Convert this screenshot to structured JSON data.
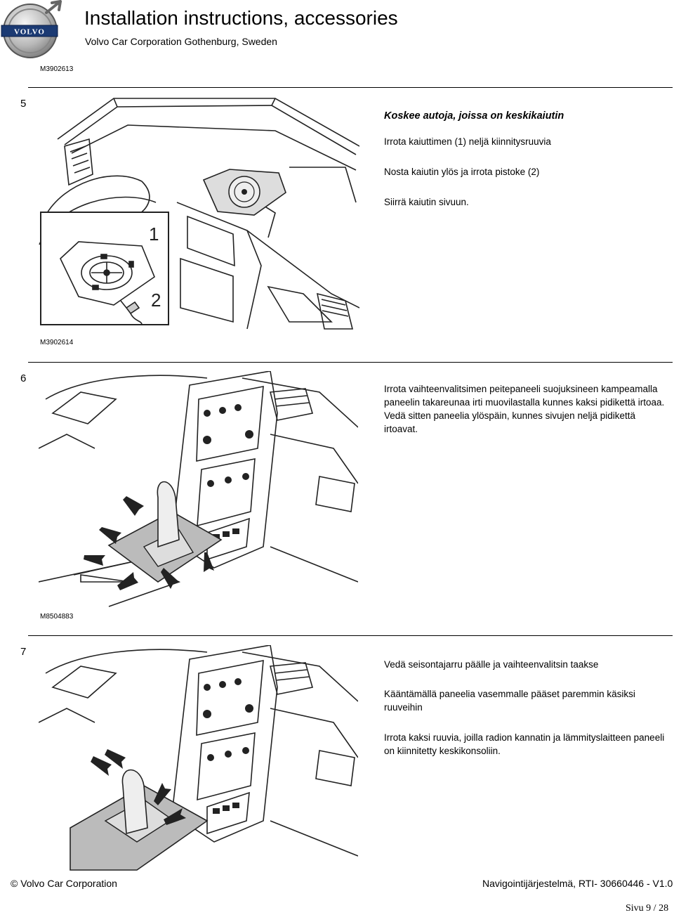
{
  "header": {
    "logo_text": "VOLVO",
    "title": "Installation instructions, accessories",
    "subtitle": "Volvo Car Corporation Gothenburg, Sweden",
    "ref_code": "M3902613"
  },
  "steps": [
    {
      "number": "5",
      "heading": "Koskee autoja, joissa on keskikaiutin",
      "paragraphs": [
        "Irrota kaiuttimen (1) neljä kiinnitysruuvia",
        "Nosta kaiutin ylös ja irrota pistoke (2)",
        "Siirrä kaiutin sivuun."
      ],
      "figure_code": "M3902614",
      "callouts": [
        "1",
        "2"
      ]
    },
    {
      "number": "6",
      "paragraphs": [
        "Irrota vaihteenvalitsimen peitepaneeli suojuksineen kampeamalla paneelin takareunaa irti muovilastalla kunnes kaksi pidikettä irtoaa. Vedä sitten paneelia ylöspäin, kunnes sivujen neljä pidikettä irtoavat."
      ],
      "figure_code": "M8504883"
    },
    {
      "number": "7",
      "paragraphs": [
        "Vedä seisontajarru päälle ja vaihteenvalitsin taakse",
        "Kääntämällä paneelia vasemmalle pääset paremmin käsiksi ruuveihin",
        "Irrota kaksi ruuvia, joilla radion kannatin ja lämmityslaitteen paneeli on kiinnitetty keskikonsoliin."
      ]
    }
  ],
  "footer": {
    "copyright": "© Volvo Car Corporation",
    "doc_ref": "Navigointijärjestelmä, RTI- 30660446 - V1.0",
    "page": "Sivu 9 / 28"
  }
}
